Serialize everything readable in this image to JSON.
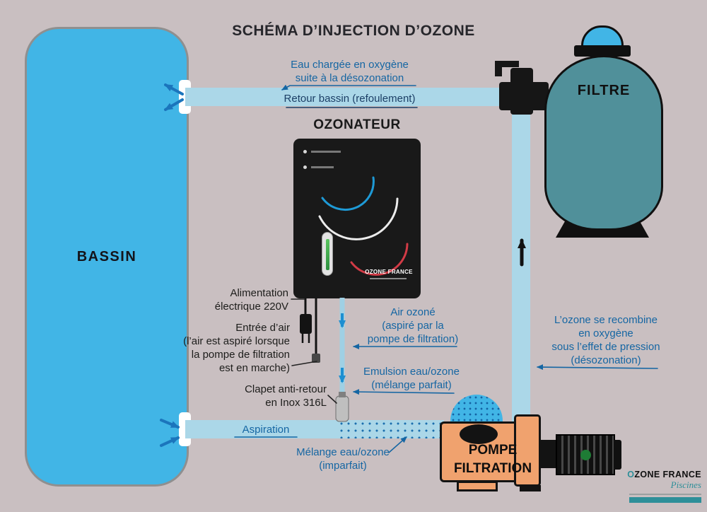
{
  "title": "SCHÉMA D’INJECTION D’OZONE",
  "bassin": {
    "label": "BASSIN"
  },
  "ozonateur": {
    "label": "OZONATEUR",
    "device_brand": "OZONE FRANCE"
  },
  "filtre": {
    "label": "FILTRE"
  },
  "pompe": {
    "label": "POMPE\nFILTRATION"
  },
  "pipes": {
    "retour": "Retour bassin (refoulement)",
    "aspiration": "Aspiration"
  },
  "annotations": {
    "eau_chargee": "Eau chargée en oxygène\nsuite à la désozonation",
    "alimentation": "Alimentation\nélectrique 220V",
    "entree_air": "Entrée d’air\n(l’air est aspiré lorsque\nla pompe de filtration\nest en marche)",
    "clapet": "Clapet anti-retour\nen Inox 316L",
    "air_ozone": "Air ozoné\n(aspiré par la\npompe de filtration)",
    "emulsion": "Emulsion eau/ozone\n(mélange parfait)",
    "ozone_recombine": "L’ozone se recombine\nen oxygène\nsous l’effet de pression\n(désozonation)",
    "melange": "Mélange eau/ozone\n(imparfait)"
  },
  "logo": {
    "brand_o": "O",
    "brand_rest": "ZONE FRANCE",
    "sub": "Piscines"
  },
  "colors": {
    "background": "#c9bfc1",
    "pool_blue": "#41b5e6",
    "pipe_blue": "#abd7e8",
    "annotation_blue": "#1566a3",
    "filter_teal": "#50909a",
    "pump_orange": "#f0a26e",
    "device_black": "#191919"
  }
}
